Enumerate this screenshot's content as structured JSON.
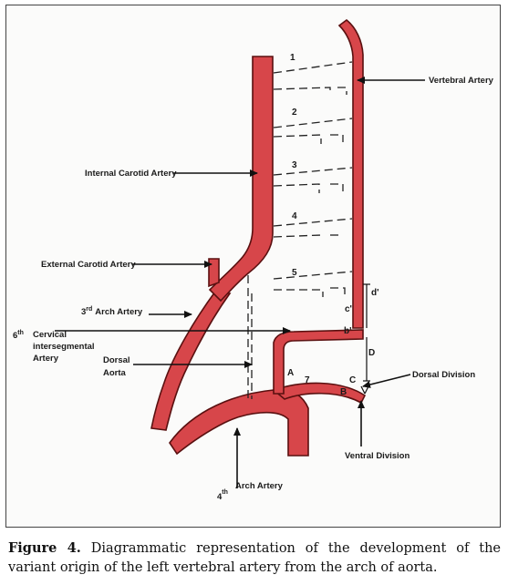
{
  "labels": {
    "vertebral_artery": "Vertebral Artery",
    "internal_carotid_artery": "Internal Carotid Artery",
    "external_carotid_artery": "External Carotid Artery",
    "arch3_base": "3",
    "arch3_sup": "rd",
    "arch3_rest": "Arch Artery",
    "sixth_base": "6",
    "sixth_sup": "th",
    "cervical": "Cervical",
    "intersegmental": "intersegmental",
    "artery": "Artery",
    "dorsal": "Dorsal",
    "aorta": "Aorta",
    "dorsal_division": "Dorsal Division",
    "ventral_division": "Ventral Division",
    "arch4_base": "4",
    "arch4_sup": "th",
    "arch4_rest": "Arch Artery"
  },
  "segment_numbers": [
    "1",
    "2",
    "3",
    "4",
    "5",
    "7"
  ],
  "point_labels": {
    "A": "A",
    "B": "B",
    "C": "C",
    "b_prime": "b'",
    "c_prime": "c'",
    "d_prime": "d'",
    "D": "D"
  },
  "caption": {
    "label": "Figure 4.",
    "text": " Diagrammatic representation of the development of the variant origin of the left vertebral artery from the arch of aorta."
  }
}
